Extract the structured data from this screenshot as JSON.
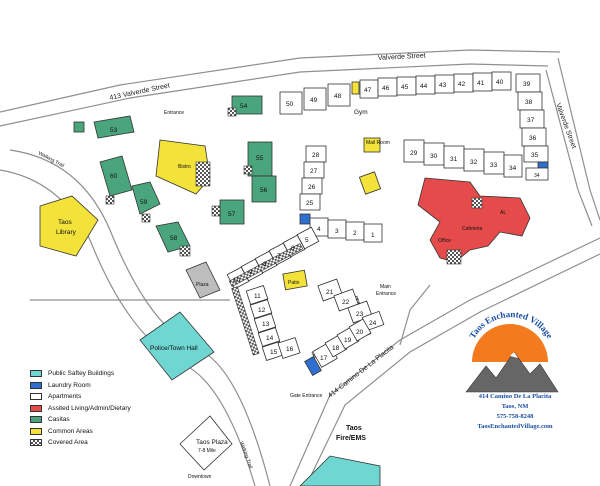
{
  "streets": {
    "top": "Valverde Street",
    "top_left": "413 Valverde Street",
    "right": "Valverde Street",
    "camino": "414 Camino De La Placita",
    "walking_trail_upper": "Walking Trail",
    "walking_trail_lower": "Walking Trail"
  },
  "places": {
    "entrance": "Entrance",
    "gym": "Gym",
    "mail_room": "Mail Room",
    "bistro": "Bistro",
    "patio": "Patio",
    "plaza": "Plaza",
    "office": "Office",
    "cafeteria": "Cafeteria",
    "al": "AL",
    "main_entrance": "Main Entrance",
    "gate_entrance": "Gate Entrance",
    "library": "Taos Library",
    "police": "Police/Town Hall",
    "taos_plaza": "Taos Plaza",
    "taos_plaza_sub": "7-8 Mile",
    "downtown": "Downtown",
    "fire": "Taos Fire/EMS"
  },
  "units": {
    "top_row": [
      "50",
      "49",
      "48",
      "47",
      "46",
      "45",
      "44",
      "43",
      "42",
      "41",
      "40"
    ],
    "right_col": [
      "39",
      "38",
      "37",
      "36",
      "35",
      "34"
    ],
    "middle_row": [
      "29",
      "30",
      "31",
      "32",
      "33",
      "34"
    ],
    "vertical_wing": [
      "28",
      "27",
      "26",
      "25"
    ],
    "short_row": [
      "4",
      "3",
      "2",
      "1"
    ],
    "diag_row": [
      "10",
      "9",
      "8",
      "7",
      "6",
      "5"
    ],
    "lower_left": [
      "11",
      "12",
      "13",
      "14",
      "15",
      "16"
    ],
    "lower_right": [
      "21",
      "22",
      "23",
      "24"
    ],
    "lower_bottom": [
      "17",
      "18",
      "19",
      "20"
    ]
  },
  "casitas": [
    "53",
    "54",
    "55",
    "56",
    "57",
    "58",
    "59",
    "60"
  ],
  "legend": [
    {
      "label": "Public Saftey Buildings",
      "color": "#6fd6d2"
    },
    {
      "label": "Laundry Room",
      "color": "#2f6fd0"
    },
    {
      "label": "Apartments",
      "color": "#ffffff"
    },
    {
      "label": "Assited Living/Admin/Dietary",
      "color": "#e64b4b"
    },
    {
      "label": "Casitas",
      "color": "#4aa57d"
    },
    {
      "label": "Common Areas",
      "color": "#f2e23a"
    },
    {
      "label": "Covered Area",
      "color": "checker"
    }
  ],
  "brand": {
    "name": "Taos Enchanted Village",
    "address": "414 Camino De La Placita",
    "city": "Taos, NM",
    "phone": "575-758-8248",
    "web": "TaosEnchantedVillage.com"
  }
}
